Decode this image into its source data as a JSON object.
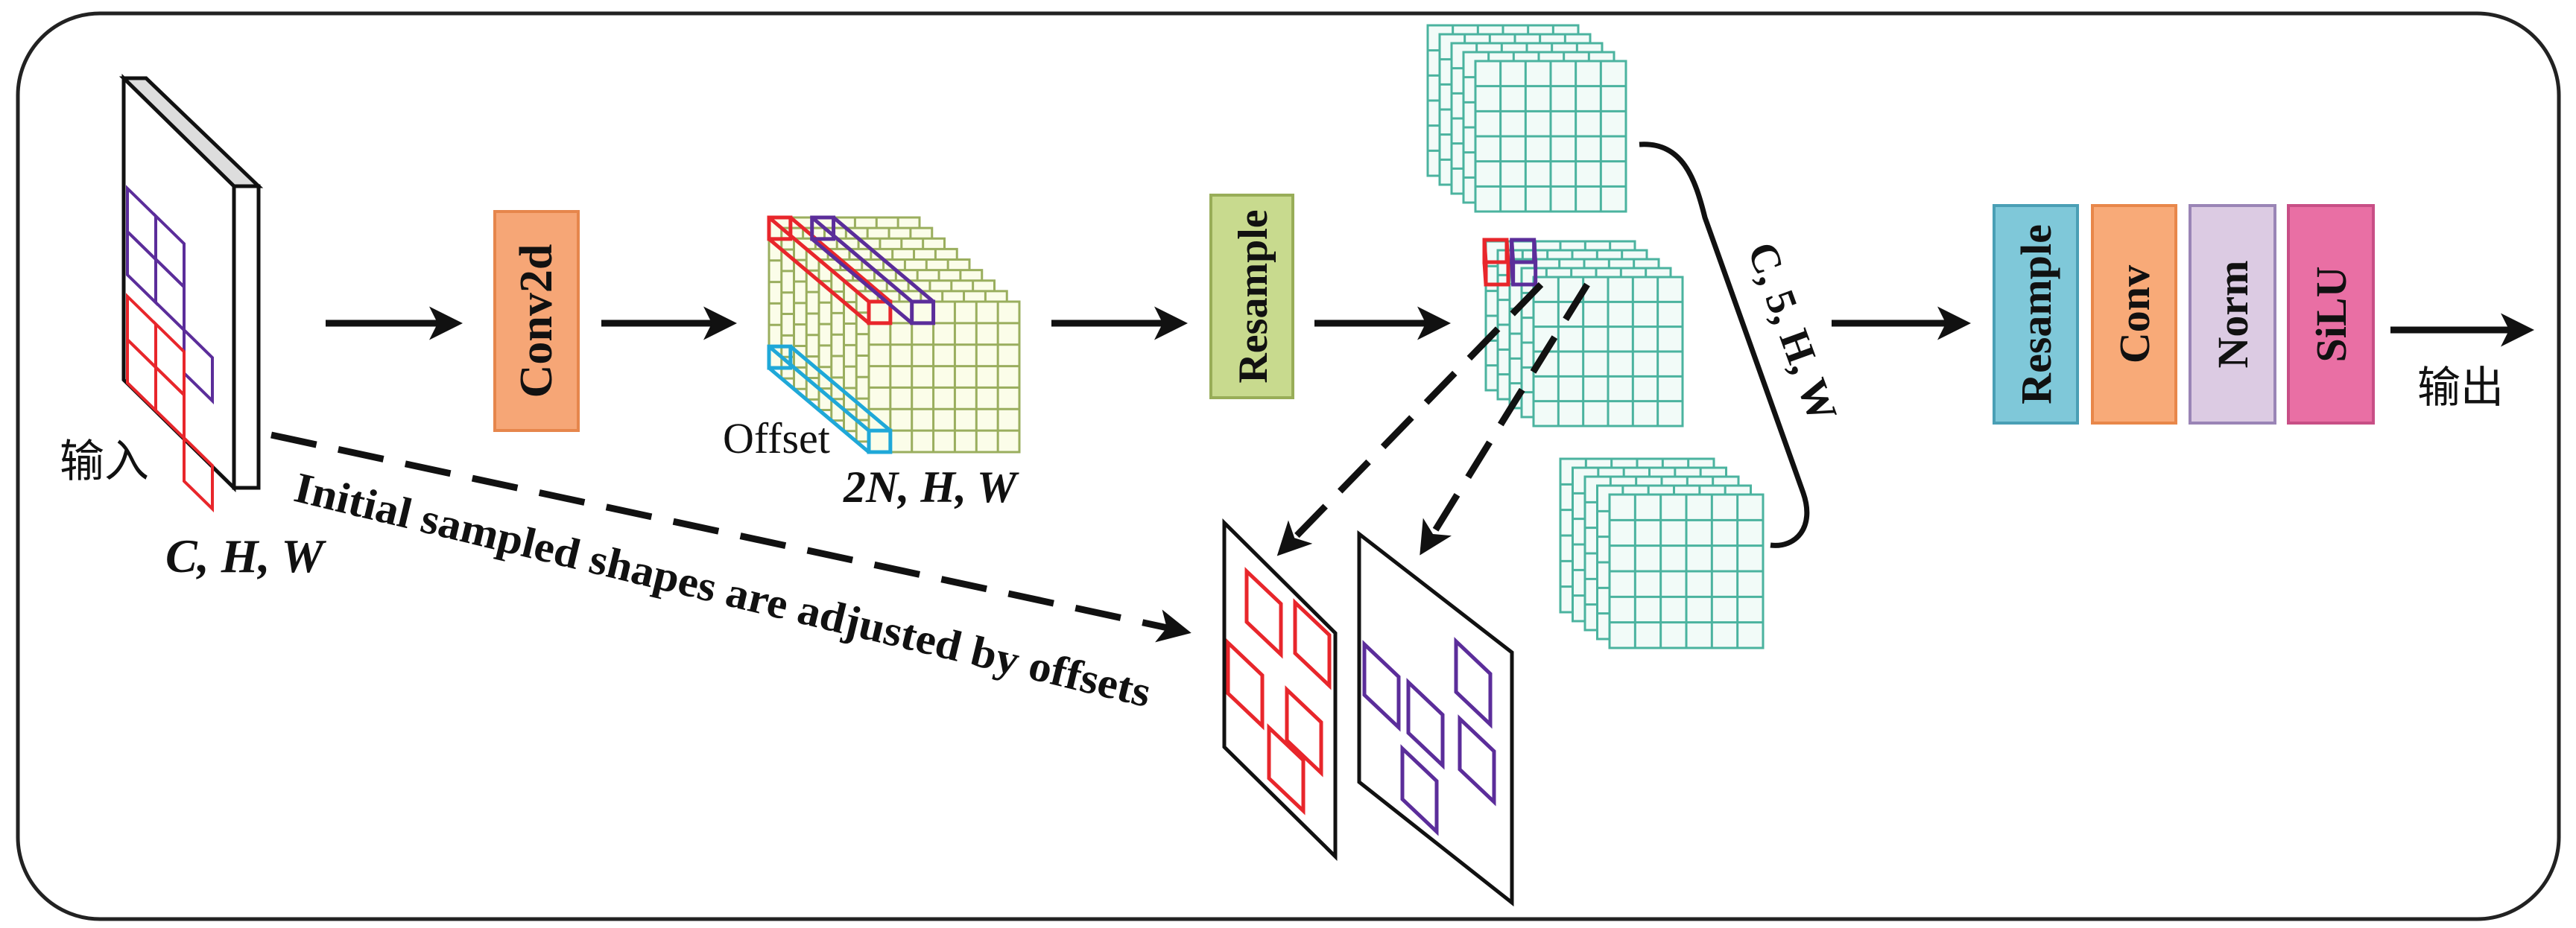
{
  "input": {
    "label": "输入",
    "dims": "C, H, W"
  },
  "conv2d": {
    "label": "Conv2d",
    "color": "#f6a676"
  },
  "offset": {
    "label": "Offset",
    "dims": "2N, H, W"
  },
  "resample_mid": {
    "label": "Resample",
    "color": "#c8da8e"
  },
  "dashed_caption": "Initial sampled shapes are adjusted by offsets",
  "stack_dims": "C, 5, H, W",
  "blocks": [
    {
      "label": "Resample",
      "color": "#7fc8d9"
    },
    {
      "label": "Conv",
      "color": "#f8aa78"
    },
    {
      "label": "Norm",
      "color": "#dccbe3"
    },
    {
      "label": "SiLU",
      "color": "#e96fa4"
    }
  ],
  "output": {
    "label": "输出"
  },
  "colors": {
    "red": "#e8262b",
    "purple": "#5b2d9a",
    "blue": "#1fa8d8",
    "teal": "#4bb39f",
    "olive": "#9aae5e"
  }
}
